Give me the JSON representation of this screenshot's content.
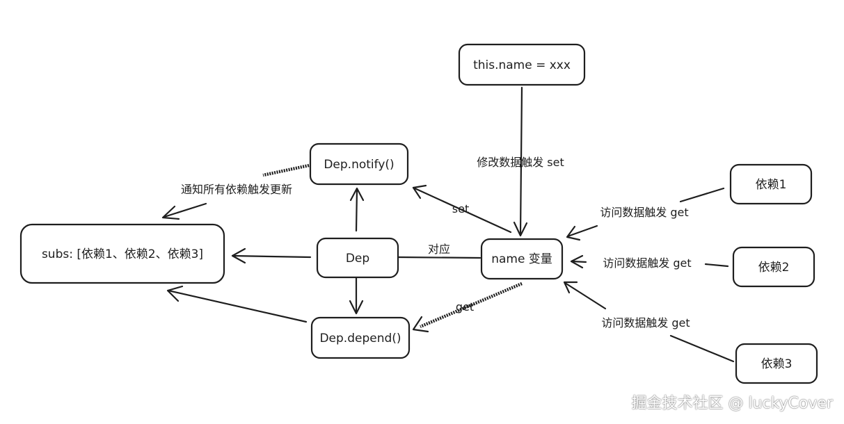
{
  "nodes": {
    "this_name": "this.name = xxx",
    "dep_notify": "Dep.notify()",
    "dep": "Dep",
    "dep_depend": "Dep.depend()",
    "name_var": "name 变量",
    "subs": "subs: [依赖1、依赖2、依赖3]",
    "dep1": "依赖1",
    "dep2": "依赖2",
    "dep3": "依赖3"
  },
  "edge_labels": {
    "modify_set": "修改数据触发 set",
    "notify_all": "通知所有依赖触发更新",
    "set": "set",
    "get": "get",
    "correspond": "对应",
    "access_get_1": "访问数据触发 get",
    "access_get_2": "访问数据触发 get",
    "access_get_3": "访问数据触发 get"
  },
  "watermark": "掘金技术社区 @ luckyCover",
  "colors": {
    "stroke": "#1e1e1e",
    "background": "#ffffff"
  }
}
